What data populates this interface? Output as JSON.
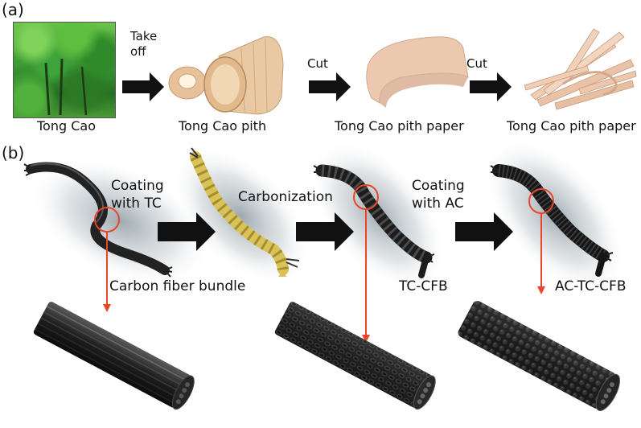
{
  "panel_a": {
    "label": "(a)",
    "captions": [
      "Tong Cao",
      "Tong Cao pith",
      "Tong Cao pith paper",
      "Tong Cao pith paper"
    ],
    "steps": [
      {
        "line1": "Take",
        "line2": "off"
      },
      {
        "line1": "Cut"
      },
      {
        "line1": "Cut"
      }
    ]
  },
  "panel_b": {
    "label": "(b)",
    "steps": [
      {
        "line1": "Coating",
        "line2": "with TC"
      },
      {
        "line1": "Carbonization"
      },
      {
        "line1": "Coating",
        "line2": "with AC"
      }
    ],
    "labels": [
      "Carbon fiber bundle",
      "TC-CFB",
      "AC-TC-CFB"
    ]
  },
  "colors": {
    "arrow": "#111111",
    "callout": "#e8472a",
    "pith": "#e9c9a3",
    "fiber": "#2a2a2a",
    "tc_coating": "#d9c25a"
  }
}
